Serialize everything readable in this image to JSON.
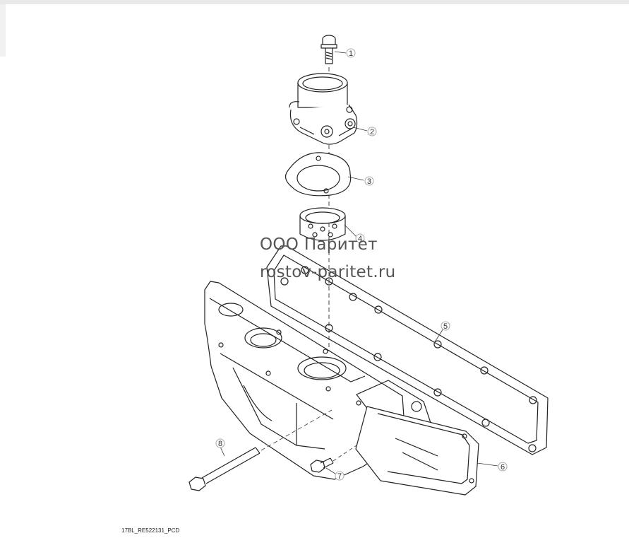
{
  "watermark": {
    "company": "ООО Паритет",
    "site": "rostov-paritet.ru"
  },
  "figure_id": "17BL_RE522131_PCD",
  "callouts": [
    "1",
    "2",
    "3",
    "4",
    "5",
    "6",
    "7",
    "8"
  ],
  "colors": {
    "line": "#222222",
    "dash": "#333333",
    "watermark": "#555555"
  }
}
